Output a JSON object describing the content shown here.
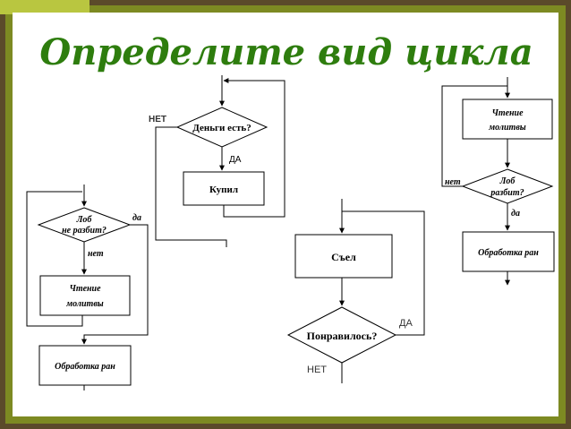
{
  "title": "Определите вид цикла",
  "colors": {
    "title": "#2e7d0e",
    "frame_outer": "#5b4a2a",
    "frame_inner": "#7d8a22",
    "stroke": "#000000",
    "background": "#ffffff"
  },
  "flowchart1": {
    "label_no": "НЕТ",
    "condition": "Деньги есть?",
    "label_yes": "ДА",
    "action": "Купил"
  },
  "flowchart2": {
    "condition_line1": "Лоб",
    "condition_line2": "не разбит?",
    "label_yes": "да",
    "label_no": "нет",
    "action_line1": "Чтение",
    "action_line2": "молитвы",
    "result": "Обработка ран"
  },
  "flowchart3": {
    "action": "Съел",
    "condition": "Понравилось?",
    "label_yes": "ДА",
    "label_no": "НЕТ"
  },
  "flowchart4": {
    "action_line1": "Чтение",
    "action_line2": "молитвы",
    "label_no": "нет",
    "condition_line1": "Лоб",
    "condition_line2": "разбит?",
    "label_yes": "да",
    "result": "Обработка ран"
  }
}
